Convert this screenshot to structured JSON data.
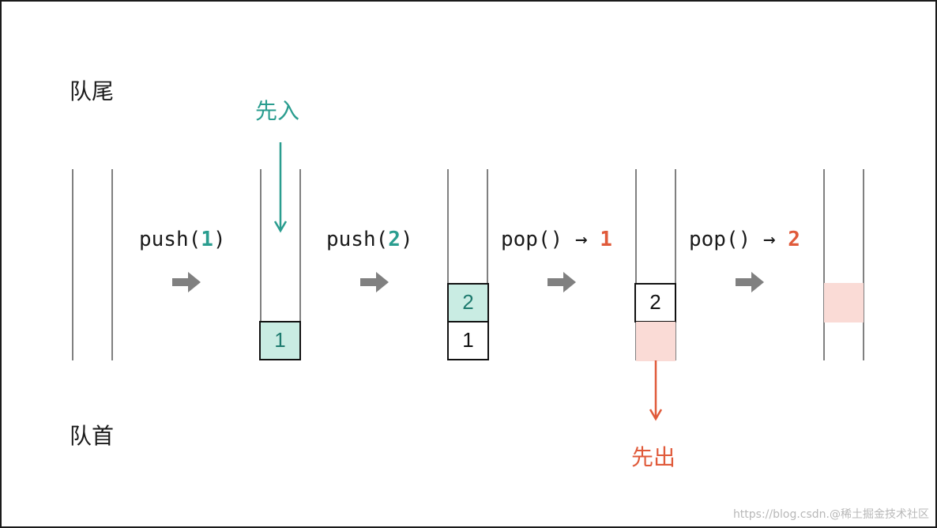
{
  "labels": {
    "tail": "队尾",
    "head": "队首"
  },
  "annotations": {
    "first_in": "先入",
    "first_out": "先出"
  },
  "operations": [
    {
      "name": "push(",
      "arg": "1",
      "close": ")",
      "arrow": "",
      "result": ""
    },
    {
      "name": "push(",
      "arg": "2",
      "close": ")",
      "arrow": "",
      "result": ""
    },
    {
      "name": "pop()",
      "arg": "",
      "close": "",
      "arrow": " → ",
      "result": "1"
    },
    {
      "name": "pop()",
      "arg": "",
      "close": "",
      "arrow": " → ",
      "result": "2"
    }
  ],
  "queues": [
    {
      "cells": []
    },
    {
      "cells": [
        "1"
      ]
    },
    {
      "cells": [
        "2",
        "1"
      ]
    },
    {
      "cells": [
        "2"
      ]
    },
    {
      "cells": []
    }
  ],
  "colors": {
    "teal": "#2a9d8f",
    "red": "#e05a3a",
    "arrow_gray": "#808080",
    "new_cell_fill": "#c9ece3",
    "removed_fill": "#fadbd6"
  },
  "watermark": "https://blog.csdn.@稀土掘金技术社区"
}
